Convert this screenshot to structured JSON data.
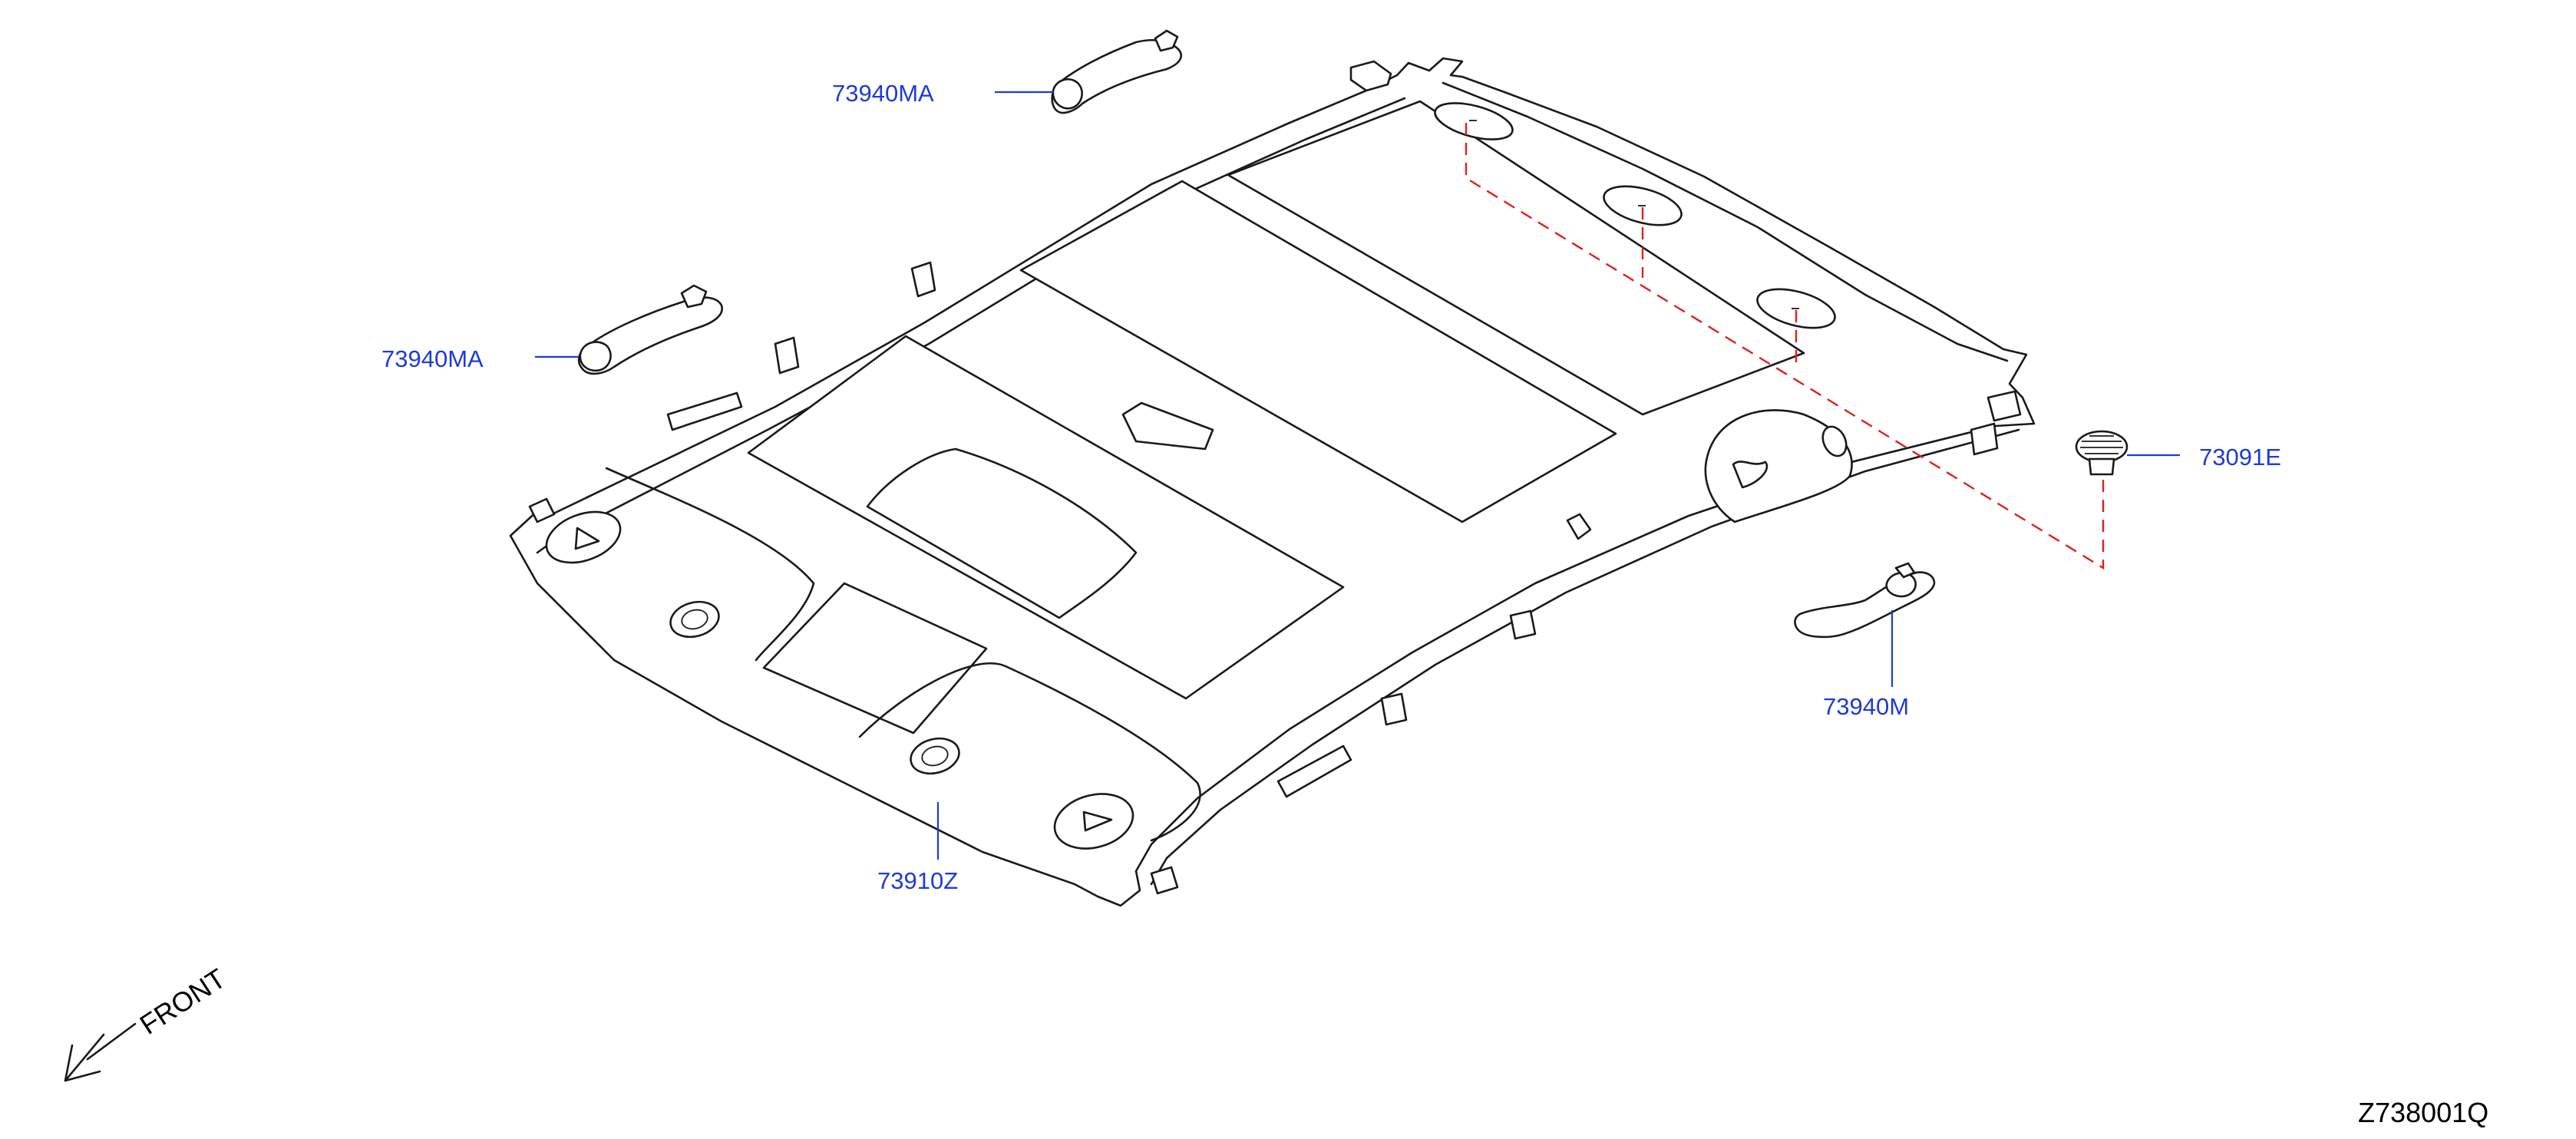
{
  "diagram": {
    "parts": {
      "headlining": "73910Z",
      "assist_grip_front_left": "73940MA",
      "assist_grip_rear_left": "73940MA",
      "assist_grip_right": "73940M",
      "clip": "73091E"
    },
    "direction_label": "FRONT",
    "document_id": "Z738001Q"
  },
  "colors": {
    "line_art": "#1a1a1a",
    "part_number": "#1f3ad6",
    "hidden_fastener_path": "#e0201c"
  }
}
